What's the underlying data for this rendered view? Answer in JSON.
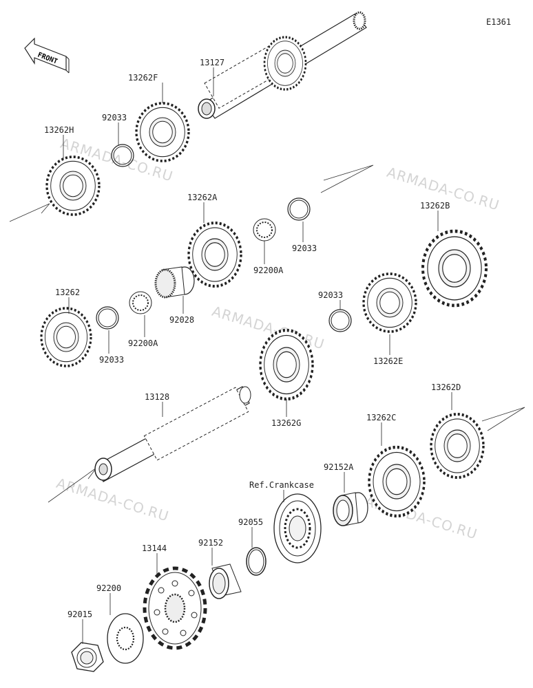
{
  "diagram_code": "E1361",
  "front_label": "FRONT",
  "watermark": "ARMADA-CO.RU",
  "parts": [
    {
      "id": "p13127",
      "label": "13127"
    },
    {
      "id": "p13262F",
      "label": "13262F"
    },
    {
      "id": "p92033a",
      "label": "92033"
    },
    {
      "id": "p13262H",
      "label": "13262H"
    },
    {
      "id": "p13262A",
      "label": "13262A"
    },
    {
      "id": "p92200Aa",
      "label": "92200A"
    },
    {
      "id": "p92033b",
      "label": "92033"
    },
    {
      "id": "p13262B",
      "label": "13262B"
    },
    {
      "id": "p13262",
      "label": "13262"
    },
    {
      "id": "p92033c",
      "label": "92033"
    },
    {
      "id": "p92200Ab",
      "label": "92200A"
    },
    {
      "id": "p92028",
      "label": "92028"
    },
    {
      "id": "p92033d",
      "label": "92033"
    },
    {
      "id": "p13262E",
      "label": "13262E"
    },
    {
      "id": "p13262G",
      "label": "13262G"
    },
    {
      "id": "p13128",
      "label": "13128"
    },
    {
      "id": "p13262C",
      "label": "13262C"
    },
    {
      "id": "p13262D",
      "label": "13262D"
    },
    {
      "id": "p92152A",
      "label": "92152A"
    },
    {
      "id": "pRef",
      "label": "Ref.Crankcase"
    },
    {
      "id": "p92055",
      "label": "92055"
    },
    {
      "id": "p92152",
      "label": "92152"
    },
    {
      "id": "p13144",
      "label": "13144"
    },
    {
      "id": "p92200",
      "label": "92200"
    },
    {
      "id": "p92015",
      "label": "92015"
    }
  ]
}
